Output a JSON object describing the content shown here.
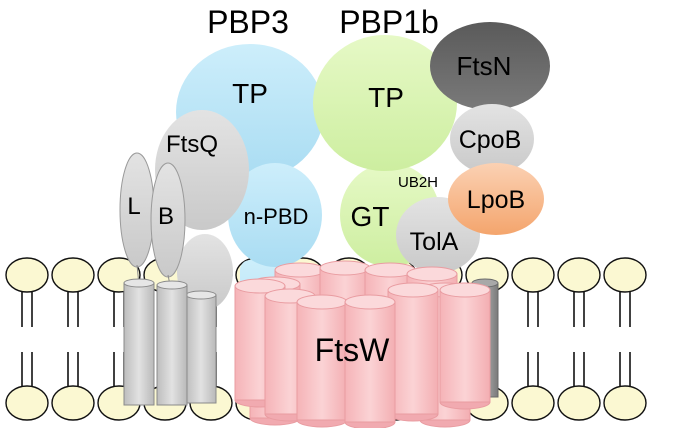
{
  "header": {
    "pbp3_label": "PBP3",
    "pbp1b_label": "PBP1b"
  },
  "pbp3": {
    "tp_label": "TP",
    "npbd_label": "n-PBD"
  },
  "pbp1b": {
    "tp_label": "TP",
    "gt_label": "GT",
    "ub2h_label": "UB2H"
  },
  "proteins": {
    "ftsn_label": "FtsN",
    "cpob_label": "CpoB",
    "lpob_label": "LpoB",
    "tola_label": "TolA",
    "ftsq_label": "FtsQ",
    "ftsl_label": "L",
    "ftsb_label": "B",
    "ftsw_label": "FtsW"
  },
  "colors": {
    "pbp3": "#bfe6f7",
    "pbp1b": "#ddf5b5",
    "ftsn": "#707070",
    "gray_protein": "#d6d6d6",
    "lpob": "#f7b88a",
    "ftsw": "#f7c1c4",
    "lipid_head": "#fbf8d2",
    "tm_helix_dark": "#9a9a9a"
  }
}
